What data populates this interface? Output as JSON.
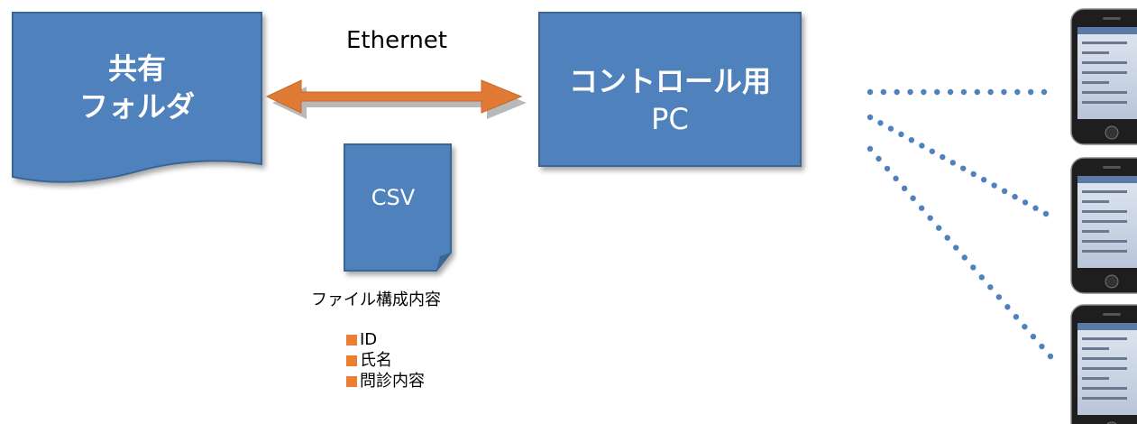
{
  "shared_folder": {
    "line1": "共有",
    "line2": "フォルダ"
  },
  "control_pc": {
    "line1": "コントロール用",
    "line2": "PC"
  },
  "connection": {
    "label": "Ethernet"
  },
  "csv_file": {
    "label": "CSV",
    "contents_title": "ファイル構成内容",
    "items": [
      "ID",
      "氏名",
      "問診内容"
    ]
  },
  "colors": {
    "box_fill": "#4f81bd",
    "box_stroke": "#3a6595",
    "arrow": "#e07a35",
    "dots": "#4f81bd",
    "bullet": "#ed7d31"
  },
  "devices": [
    {
      "icon": "smartphone-icon"
    },
    {
      "icon": "smartphone-icon"
    },
    {
      "icon": "smartphone-icon"
    }
  ]
}
